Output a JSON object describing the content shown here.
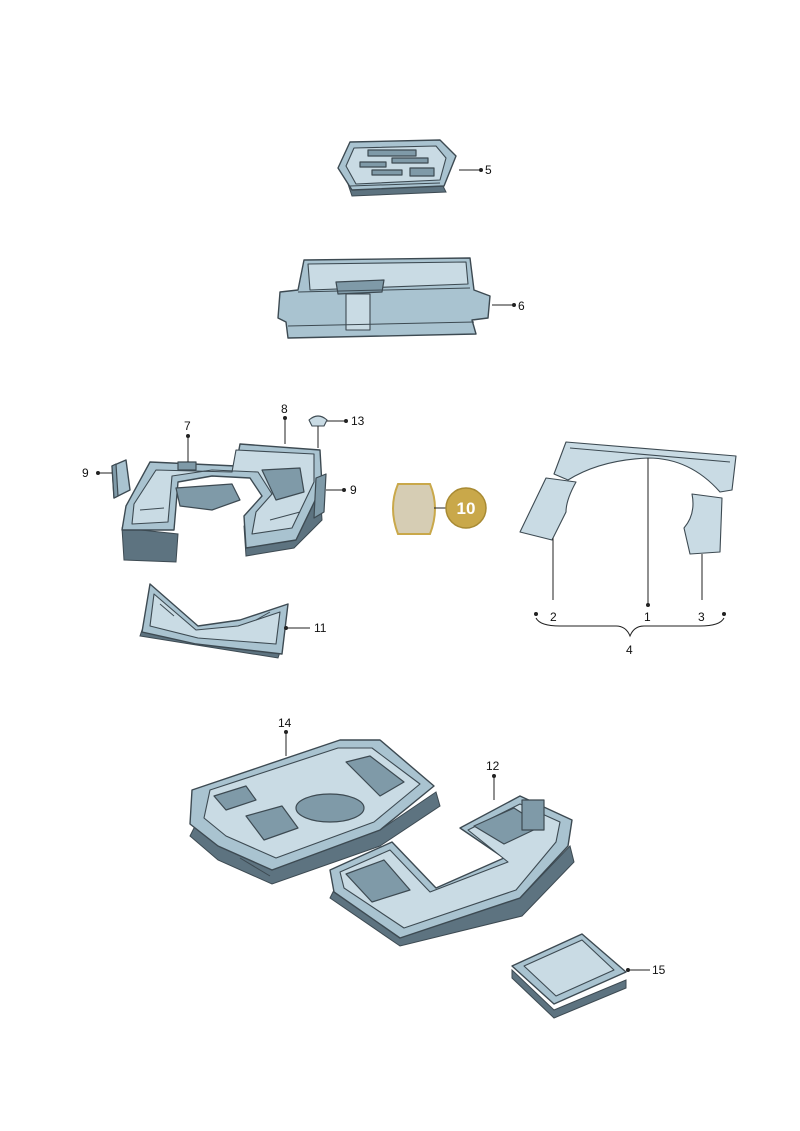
{
  "diagram": {
    "callouts": {
      "c1": "1",
      "c2": "2",
      "c3": "3",
      "c4": "4",
      "c5": "5",
      "c6": "6",
      "c7": "7",
      "c8": "8",
      "c9a": "9",
      "c9b": "9",
      "c10": "10",
      "c11": "11",
      "c12": "12",
      "c13": "13",
      "c14": "14",
      "c15": "15"
    },
    "colors": {
      "part_fill": "#a9c3d0",
      "part_outline": "#3d4a52",
      "badge_fill": "#c9a84a",
      "highlight_panel": "#d6cdb4"
    }
  }
}
